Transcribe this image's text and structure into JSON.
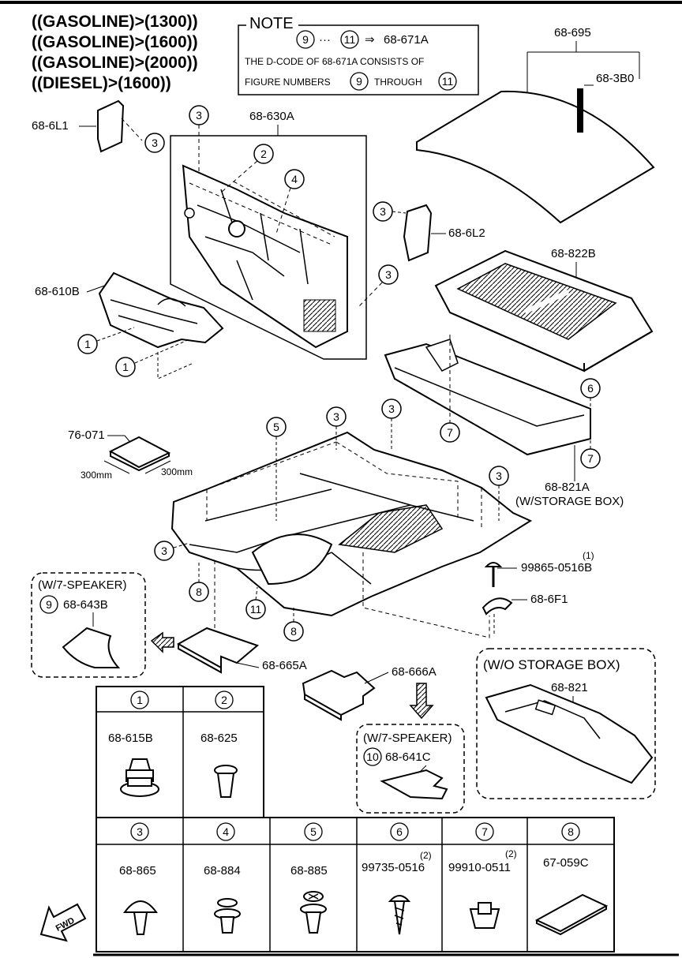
{
  "header_lines": [
    "((GASOLINE)>(1300))",
    "((GASOLINE)>(1600))",
    "((GASOLINE)>(2000))",
    "((DIESEL)>(1600))"
  ],
  "note": {
    "title": "NOTE",
    "ref_from": "9",
    "ellipsis": "···",
    "ref_to": "11",
    "arrow": "⇒",
    "target": "68-671A",
    "line2": "THE D-CODE OF 68-671A  CONSISTS OF",
    "line3_a": "FIGURE NUMBERS",
    "line3_b": "THROUGH"
  },
  "parts": {
    "p_68_695": "68-695",
    "p_68_3B0": "68-3B0",
    "p_68_6L1": "68-6L1",
    "p_68_630A": "68-630A",
    "p_68_6L2": "68-6L2",
    "p_68_822B": "68-822B",
    "p_68_610B": "68-610B",
    "p_76_071": "76-071",
    "dim_a": "300mm",
    "dim_b": "300mm",
    "p_68_821A": "68-821A",
    "w_storage_box": "(W/STORAGE BOX)",
    "p_99865": "99865-0516B",
    "p_99865_qty": "(1)",
    "p_68_6F1": "68-6F1",
    "p_68_665A": "68-665A",
    "p_68_666A": "68-666A"
  },
  "speaker_boxes": [
    {
      "title": "(W/7-SPEAKER)",
      "num": "9",
      "part": "68-643B"
    },
    {
      "title": "(W/7-SPEAKER)",
      "num": "10",
      "part": "68-641C"
    }
  ],
  "wo_storage": {
    "title": "(W/O STORAGE BOX)",
    "part": "68-821"
  },
  "callout_numbers": {
    "c1": "1",
    "c2": "2",
    "c3": "3",
    "c4": "4",
    "c5": "5",
    "c6": "6",
    "c7": "7",
    "c8": "8",
    "c11": "11"
  },
  "fastener_table": {
    "row1": [
      {
        "num": "1",
        "part": "68-615B"
      },
      {
        "num": "2",
        "part": "68-625"
      }
    ],
    "row2": [
      {
        "num": "3",
        "part": "68-865",
        "qty": ""
      },
      {
        "num": "4",
        "part": "68-884",
        "qty": ""
      },
      {
        "num": "5",
        "part": "68-885",
        "qty": ""
      },
      {
        "num": "6",
        "part": "99735-0516",
        "qty": "(2)"
      },
      {
        "num": "7",
        "part": "99910-0511",
        "qty": "(2)"
      },
      {
        "num": "8",
        "part": "67-059C",
        "qty": ""
      }
    ]
  },
  "fwd": "FWD"
}
